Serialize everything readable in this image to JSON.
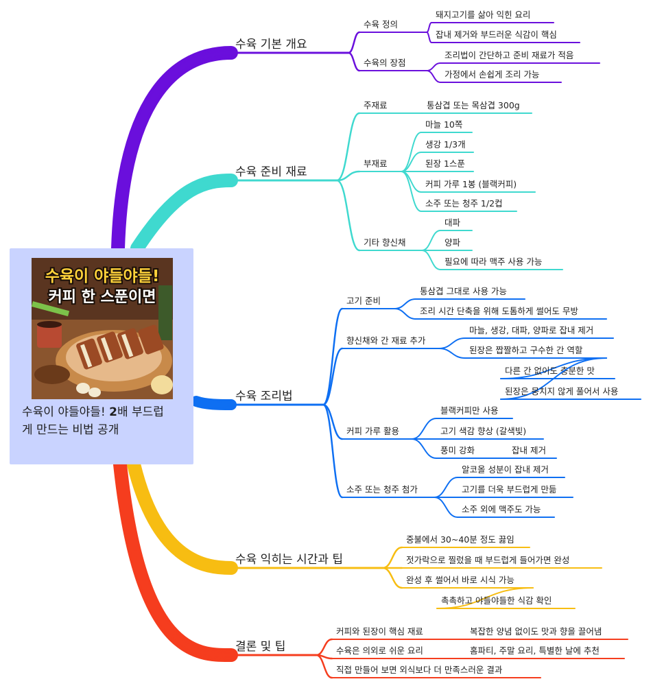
{
  "root": {
    "title_prefix": "수육이 야들야들! ",
    "title_bold": "2",
    "title_suffix": "배 부드럽게 만드는 비법 공개",
    "thumbnail": {
      "line1": "수육이 야들야들!",
      "line2": "커피 한 스푼이면"
    }
  },
  "colors": {
    "purple": "#6a0fdc",
    "cyan": "#3fd9cf",
    "blue": "#0e6ff2",
    "yellow": "#f7bd12",
    "red": "#f53d1e"
  },
  "branches": [
    {
      "label": "수육 기본 개요",
      "color": "purple",
      "children": [
        {
          "label": "수육 정의",
          "children": [
            {
              "label": "돼지고기를 삶아 익힌 요리"
            },
            {
              "label": "잡내 제거와 부드러운 식감이 핵심"
            }
          ]
        },
        {
          "label": "수육의 장점",
          "children": [
            {
              "label": "조리법이 간단하고 준비 재료가 적음"
            },
            {
              "label": "가정에서 손쉽게 조리 가능"
            }
          ]
        }
      ]
    },
    {
      "label": "수육 준비 재료",
      "color": "cyan",
      "children": [
        {
          "label": "주재료",
          "children": [
            {
              "label": "통삼겹 또는 목삼겹 300g"
            }
          ]
        },
        {
          "label": "부재료",
          "children": [
            {
              "label": "마늘 10쪽"
            },
            {
              "label": "생강 1/3개"
            },
            {
              "label": "된장 1스푼"
            },
            {
              "label": "커피 가루 1봉 (블랙커피)"
            },
            {
              "label": "소주 또는 청주 1/2컵"
            }
          ]
        },
        {
          "label": "기타 향신채",
          "children": [
            {
              "label": "대파"
            },
            {
              "label": "양파"
            },
            {
              "label": "필요에 따라 맥주 사용 가능"
            }
          ]
        }
      ]
    },
    {
      "label": "수육 조리법",
      "color": "blue",
      "children": [
        {
          "label": "고기 준비",
          "children": [
            {
              "label": "통삼겹 그대로 사용 가능"
            },
            {
              "label": "조리 시간 단축을 위해 도톰하게 썰어도 무방"
            }
          ]
        },
        {
          "label": "향신채와 간 재료 추가",
          "children": [
            {
              "label": "마늘, 생강, 대파, 양파로 잡내 제거"
            },
            {
              "label": "된장은 짭짤하고 구수한 간 역할",
              "children": [
                {
                  "label": "다른 간 없이도 충분한 맛"
                },
                {
                  "label": "된장은 뭉치지 않게 풀어서 사용"
                }
              ]
            }
          ]
        },
        {
          "label": "커피 가루 활용",
          "children": [
            {
              "label": "블랙커피만 사용"
            },
            {
              "label": "고기 색감 향상 (갈색빛)"
            },
            {
              "label": "풍미 강화",
              "children": [
                {
                  "label": "잡내 제거"
                }
              ]
            }
          ]
        },
        {
          "label": "소주 또는 청주 첨가",
          "children": [
            {
              "label": "알코올 성분이 잡내 제거"
            },
            {
              "label": "고기를 더욱 부드럽게 만듦"
            },
            {
              "label": "소주 외에 맥주도 가능"
            }
          ]
        }
      ]
    },
    {
      "label": "수육 익히는 시간과 팁",
      "color": "yellow",
      "children": [
        {
          "label": "중불에서 30~40분 정도 끓임"
        },
        {
          "label": "젓가락으로 찔렀을 때 부드럽게 들어가면 완성"
        },
        {
          "label": "완성 후 썰어서 바로 시식 가능",
          "children": [
            {
              "label": "촉촉하고 야들야들한 식감 확인"
            }
          ]
        }
      ]
    },
    {
      "label": "결론 및 팁",
      "color": "red",
      "children": [
        {
          "label": "커피와 된장이 핵심 재료",
          "children": [
            {
              "label": "복잡한 양념 없이도 맛과 향을 끌어냄"
            }
          ]
        },
        {
          "label": "수육은 의외로 쉬운 요리",
          "children": [
            {
              "label": "홈파티, 주말 요리, 특별한 날에 추천"
            }
          ]
        },
        {
          "label": "직접 만들어 보면 외식보다 더 만족스러운 결과"
        }
      ]
    }
  ]
}
